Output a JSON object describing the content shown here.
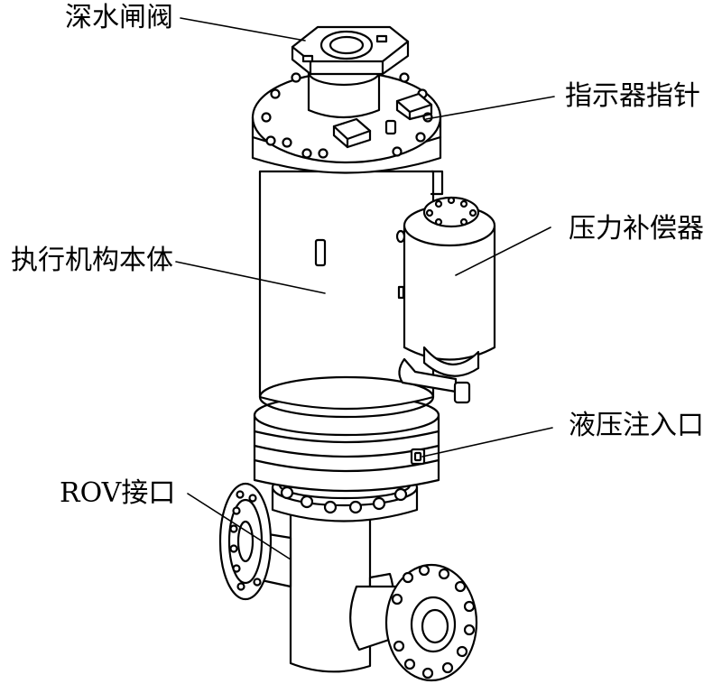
{
  "labels": {
    "gate_valve": "深水闸阀",
    "indicator_pointer": "指示器指针",
    "actuator_body": "执行机构本体",
    "pressure_compensator": "压力补偿器",
    "hydraulic_inlet": "液压注入口",
    "rov_interface": "ROV接口"
  },
  "colors": {
    "line": "#000000",
    "fill": "#ffffff"
  }
}
